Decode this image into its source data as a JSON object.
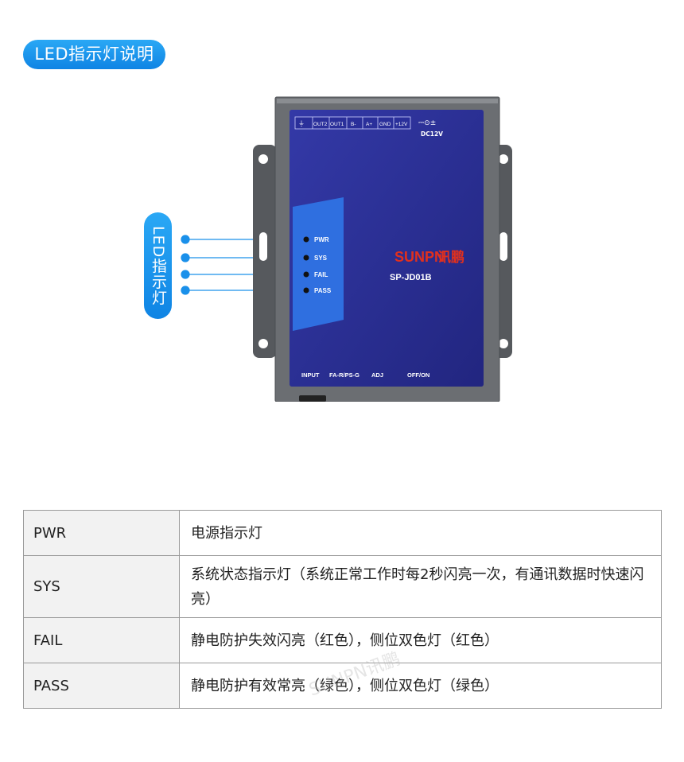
{
  "header": {
    "title": "LED指示灯说明"
  },
  "side_label": "LED指示灯",
  "device": {
    "terminal_labels": [
      "OUT2",
      "OUT1",
      "B-",
      "A+",
      "GND",
      "+12V"
    ],
    "dc_label": "DC12V",
    "led_labels": [
      "PWR",
      "SYS",
      "FAIL",
      "PASS"
    ],
    "brand_latin": "SUNPN",
    "brand_cn": "讯鹏",
    "model": "SP-JD01B",
    "bottom_labels": {
      "input": "INPUT",
      "mode": "FA-R/PS-G",
      "adj": "ADJ",
      "power": "OFF/ON"
    },
    "watermark": "SUNPN讯鹏"
  },
  "table": {
    "rows": [
      {
        "key": "PWR",
        "desc": "电源指示灯"
      },
      {
        "key": "SYS",
        "desc": "系统状态指示灯（系统正常工作时每2秒闪亮一次，有通讯数据时快速闪亮）"
      },
      {
        "key": "FAIL",
        "desc": "静电防护失效闪亮（红色），侧位双色灯（红色）"
      },
      {
        "key": "PASS",
        "desc": "静电防护有效常亮（绿色），侧位双色灯（绿色）"
      }
    ]
  },
  "colors": {
    "accent": "#1a90ea",
    "panel": "#2a2f9a",
    "case": "#6b6e72"
  }
}
